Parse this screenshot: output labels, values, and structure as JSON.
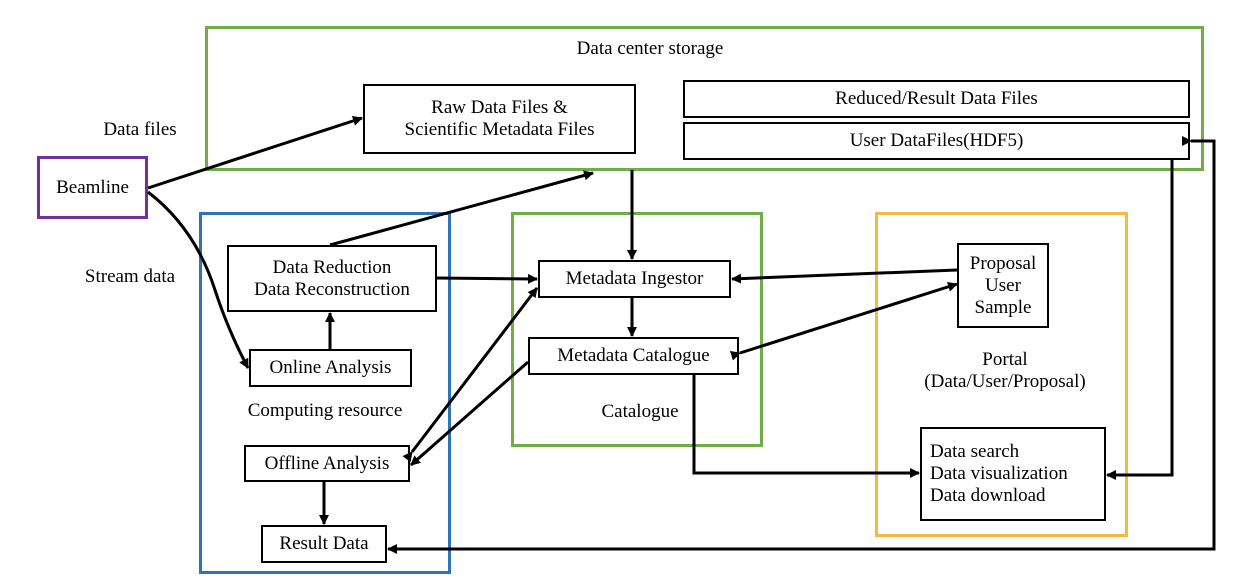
{
  "groups": {
    "storage": {
      "title": "Data center storage",
      "color": "#70ad47"
    },
    "computing": {
      "title": "Computing resource",
      "color": "#2e75b6"
    },
    "catalogue": {
      "title": "Catalogue",
      "color": "#70ad47"
    },
    "portal": {
      "title_lines": [
        "Portal",
        "(Data/User/Proposal)"
      ],
      "color": "#f4b942"
    }
  },
  "beamline": {
    "label": "Beamline",
    "color": "#7030a0"
  },
  "edge_labels": {
    "data_files": "Data files",
    "stream_data": "Stream data"
  },
  "nodes": {
    "raw": {
      "lines": [
        "Raw Data Files &",
        "Scientific Metadata Files"
      ]
    },
    "reduced_files": {
      "label": "Reduced/Result Data Files"
    },
    "user_datafiles": {
      "label": "User DataFiles(HDF5)"
    },
    "reduction": {
      "lines": [
        "Data Reduction",
        "Data Reconstruction"
      ]
    },
    "online": {
      "label": "Online Analysis"
    },
    "offline": {
      "label": "Offline Analysis"
    },
    "result": {
      "label": "Result Data"
    },
    "ingestor": {
      "label": "Metadata Ingestor"
    },
    "cat": {
      "label": "Metadata Catalogue"
    },
    "proposal": {
      "lines": [
        "Proposal",
        "User",
        "Sample"
      ]
    },
    "portal_funcs": {
      "lines": [
        "Data search",
        "Data visualization",
        "Data download"
      ]
    }
  }
}
